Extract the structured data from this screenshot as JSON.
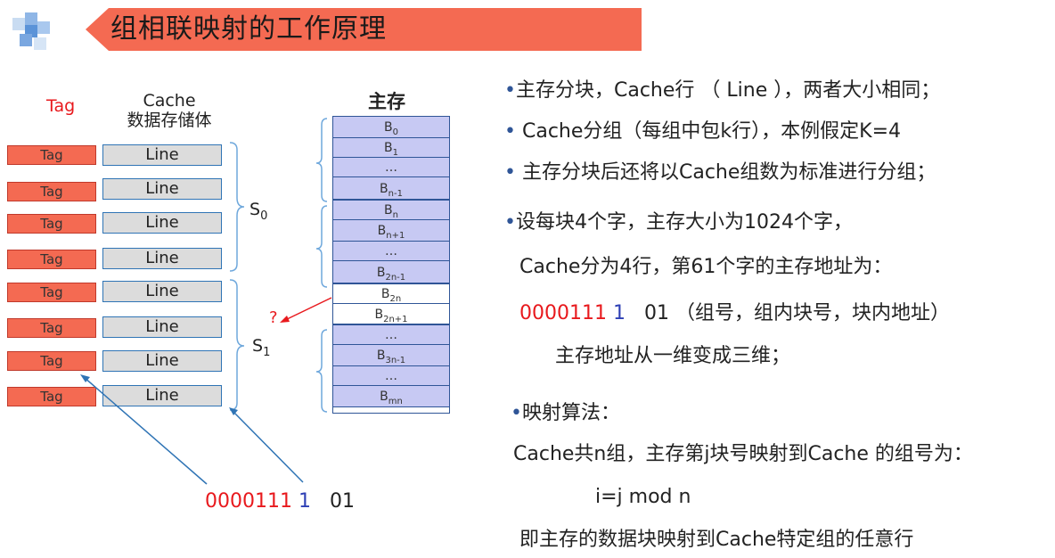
{
  "title": "组相联映射的工作原理",
  "diagram": {
    "tag_header": "Tag",
    "cache_header_line1": "Cache",
    "cache_header_line2": "数据存储体",
    "main_memory_header": "主存",
    "tag_label": "Tag",
    "line_label": "Line",
    "set0": "S",
    "set0_sub": "0",
    "set1": "S",
    "set1_sub": "1",
    "question": "?",
    "address": {
      "tag": "0000111",
      "set": "1",
      "offset": "01"
    },
    "blocks": [
      {
        "b": "B",
        "sub": "0"
      },
      {
        "b": "B",
        "sub": "1"
      },
      {
        "b": "…",
        "sub": ""
      },
      {
        "b": "B",
        "sub": "n-1"
      },
      {
        "b": "B",
        "sub": "n"
      },
      {
        "b": "B",
        "sub": "n+1"
      },
      {
        "b": "…",
        "sub": ""
      },
      {
        "b": "B",
        "sub": "2n-1"
      },
      {
        "b": "B",
        "sub": "2n"
      },
      {
        "b": "B",
        "sub": "2n+1"
      },
      {
        "b": "…",
        "sub": ""
      },
      {
        "b": "B",
        "sub": "3n-1"
      },
      {
        "b": "…",
        "sub": ""
      },
      {
        "b": "B",
        "sub": "mn"
      }
    ]
  },
  "notes": {
    "bullet": "•",
    "p1": "主存分块，Cache行 （ Line ），两者大小相同；",
    "p2": " Cache分组（每组中包k行），本例假定K=4",
    "p3": " 主存分块后还将以Cache组数为标准进行分组；",
    "p4": "设每块4个字，主存大小为1024个字，",
    "p5": "Cache分为4行，第61个字的主存地址为：",
    "p6_tag": "0000111",
    "p6_set": "1",
    "p6_rest": "01 （组号，组内块号，块内地址）",
    "p7": "主存地址从一维变成三维；",
    "p8": "映射算法：",
    "p9": "Cache共n组，主存第j块号映射到Cache 的组号为：",
    "p10": "i=j mod n",
    "p11": "即主存的数据块映射到Cache特定组的任意行"
  }
}
